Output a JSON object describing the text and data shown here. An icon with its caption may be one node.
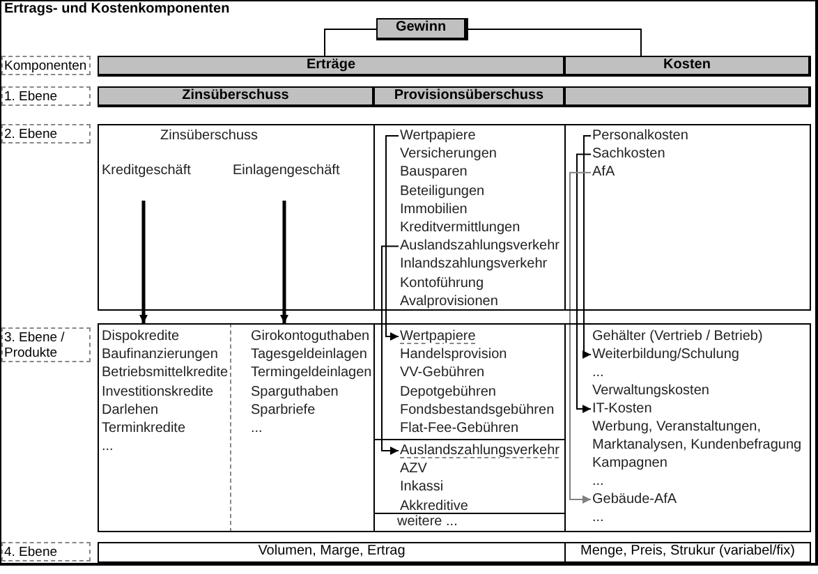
{
  "diagram": {
    "title": "Ertrags- und Kostenkomponenten",
    "nodes": [
      {
        "text": [
          "Gewinn"
        ]
      },
      {
        "text": [
          "Komponenten"
        ]
      },
      {
        "text": [
          "Erträge"
        ]
      },
      {
        "text": [
          "Kosten"
        ]
      },
      {
        "text": [
          "1. Ebene"
        ]
      },
      {
        "text": [
          "Zinsüberschuss"
        ]
      },
      {
        "text": [
          "Provisionsüberschuss"
        ]
      },
      {
        "text": [],
        "shape": "bar"
      },
      {
        "text": [
          "2. Ebene"
        ]
      },
      {
        "text": [
          "Zinsüberschuss"
        ]
      },
      {
        "text": [
          "Kreditgeschäft"
        ],
        "in": 9
      },
      {
        "text": [
          "Einlagengeschäft"
        ],
        "in": 9
      },
      {
        "text": [],
        "shape": "box"
      },
      {
        "text": [
          "Wertpapiere"
        ],
        "in": 12
      },
      {
        "text": [
          "Versicherungen"
        ],
        "in": 12
      },
      {
        "text": [
          "Bausparen"
        ],
        "in": 12
      },
      {
        "text": [
          "Beteiligungen"
        ],
        "in": 12
      },
      {
        "text": [
          "Immobilien"
        ],
        "in": 12
      },
      {
        "text": [
          "Kreditvermittlungen"
        ],
        "in": 12
      },
      {
        "text": [
          "Auslandszahlungsverkehr"
        ],
        "in": 12
      },
      {
        "text": [
          "Inlandszahlungsverkehr"
        ],
        "in": 12
      },
      {
        "text": [
          "Kontoführung"
        ],
        "in": 12
      },
      {
        "text": [
          "Avalprovisionen"
        ],
        "in": 12
      },
      {
        "text": [],
        "shape": "box"
      },
      {
        "text": [
          "Personalkosten"
        ],
        "in": 23
      },
      {
        "text": [
          "Sachkosten"
        ],
        "in": 23
      },
      {
        "text": [
          "AfA"
        ],
        "in": 23
      },
      {
        "text": [
          "3. Ebene / Produkte"
        ]
      },
      {
        "text": [],
        "shape": "box"
      },
      {
        "text": [
          "Dispokredite"
        ],
        "in": 28
      },
      {
        "text": [
          "Baufinanzierungen"
        ],
        "in": 28
      },
      {
        "text": [
          "Betriebsmittelkredite"
        ],
        "in": 28
      },
      {
        "text": [
          "Investitionskredite"
        ],
        "in": 28
      },
      {
        "text": [
          "Darlehen"
        ],
        "in": 28
      },
      {
        "text": [
          "Terminkredite"
        ],
        "in": 28
      },
      {
        "text": [
          "..."
        ],
        "in": 28
      },
      {
        "text": [],
        "shape": "box"
      },
      {
        "text": [
          "Girokontoguthaben"
        ],
        "in": 36
      },
      {
        "text": [
          "Tagesgeldeinlagen"
        ],
        "in": 36
      },
      {
        "text": [
          "Termingeldeinlagen"
        ],
        "in": 36
      },
      {
        "text": [
          "Sparguthaben"
        ],
        "in": 36
      },
      {
        "text": [
          "Sparbriefe"
        ],
        "in": 36
      },
      {
        "text": [
          "..."
        ],
        "in": 36
      },
      {
        "text": [],
        "shape": "box"
      },
      {
        "text": [
          "Wertpapiere"
        ],
        "in": 43
      },
      {
        "text": [
          "Handelsprovision"
        ],
        "in": 43
      },
      {
        "text": [
          "VV-Gebühren"
        ],
        "in": 43
      },
      {
        "text": [
          "Depotgebühren"
        ],
        "in": 43
      },
      {
        "text": [
          "Fondsbestandsgebühren"
        ],
        "in": 43
      },
      {
        "text": [
          "Flat-Fee-Gebühren"
        ],
        "in": 43
      },
      {
        "text": [],
        "shape": "box"
      },
      {
        "text": [
          "Auslandszahlungsverkehr"
        ],
        "in": 50
      },
      {
        "text": [
          "AZV"
        ],
        "in": 50
      },
      {
        "text": [
          "Inkassi"
        ],
        "in": 50
      },
      {
        "text": [
          "Akkreditive"
        ],
        "in": 50
      },
      {
        "text": [
          "weitere ..."
        ]
      },
      {
        "text": [],
        "shape": "box"
      },
      {
        "text": [
          "Gehälter (Vertrieb / Betrieb)"
        ],
        "in": 56
      },
      {
        "text": [
          "Weiterbildung/Schulung"
        ],
        "in": 56
      },
      {
        "text": [
          "..."
        ],
        "in": 56
      },
      {
        "text": [
          "Verwaltungskosten"
        ],
        "in": 56
      },
      {
        "text": [
          "IT-Kosten"
        ],
        "in": 56
      },
      {
        "text": [
          "Werbung, Veranstaltungen, Marktanalysen, Kundenbefragung"
        ],
        "in": 56
      },
      {
        "text": [
          "Kampagnen"
        ],
        "in": 56
      },
      {
        "text": [
          "..."
        ],
        "in": 56
      },
      {
        "text": [
          "Gebäude-AfA"
        ],
        "in": 56
      },
      {
        "text": [
          "..."
        ],
        "in": 56
      },
      {
        "text": [
          "4. Ebene"
        ]
      },
      {
        "text": [
          "Volumen, Marge, Ertrag"
        ]
      },
      {
        "text": [
          "Menge, Preis, Strukur (variabel/fix)"
        ]
      }
    ],
    "edges": [
      {
        "from": 0,
        "to": 2,
        "arrow": "none"
      },
      {
        "from": 0,
        "to": 3,
        "arrow": "none"
      },
      {
        "from": 10,
        "to": 28,
        "arrow": "to",
        "style": "thick"
      },
      {
        "from": 11,
        "to": 36,
        "arrow": "to",
        "style": "thick"
      },
      {
        "from": 13,
        "to": 44,
        "arrow": "to"
      },
      {
        "from": 19,
        "to": 51,
        "arrow": "to"
      },
      {
        "from": 24,
        "to": 58,
        "arrow": "to"
      },
      {
        "from": 25,
        "to": 61,
        "arrow": "to"
      },
      {
        "from": 26,
        "to": 65,
        "arrow": "to",
        "color": "#808080"
      }
    ]
  }
}
